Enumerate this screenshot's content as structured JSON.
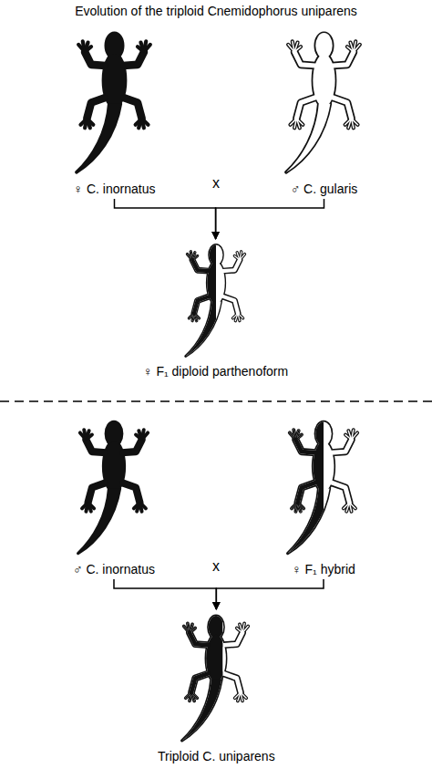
{
  "diagram": {
    "title": "Evolution of the triploid Cnemidophorus uniparens",
    "nodes": [
      {
        "text": [
          "♀ C. inornatus"
        ]
      },
      {
        "text": [
          "♂ C. gularis"
        ]
      },
      {
        "text": [
          "♀ F₁ diploid parthenoform"
        ]
      },
      {
        "text": [
          "♂ C. inornatus"
        ]
      },
      {
        "text": [
          "♀ F₁ hybrid"
        ]
      },
      {
        "text": [
          "Triploid C. uniparens"
        ]
      }
    ],
    "edges": [
      {
        "from": 0,
        "to": 2,
        "arrow": "to"
      },
      {
        "from": 1,
        "to": 2,
        "arrow": "to"
      },
      {
        "from": 3,
        "to": 5,
        "arrow": "to"
      },
      {
        "from": 4,
        "to": 5,
        "arrow": "to"
      }
    ],
    "labels": [
      "x",
      "x"
    ]
  }
}
